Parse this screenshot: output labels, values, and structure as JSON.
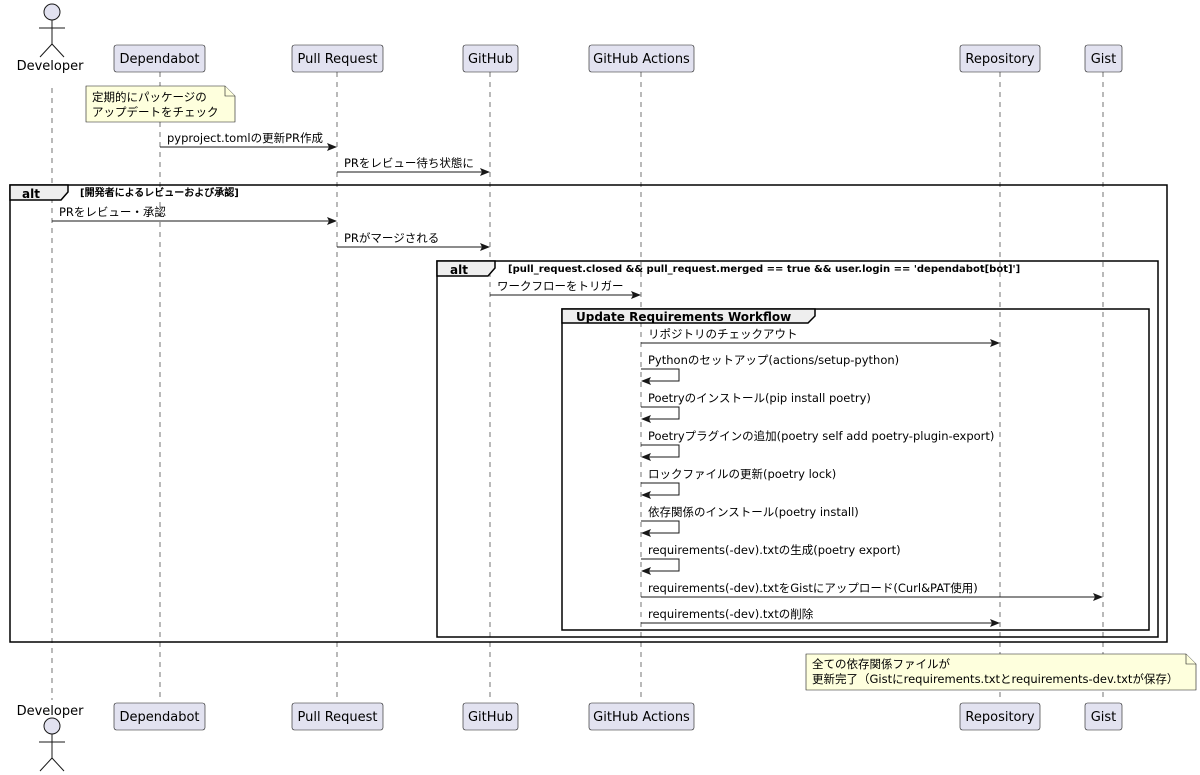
{
  "participants": [
    {
      "id": "developer",
      "label": "Developer",
      "kind": "actor"
    },
    {
      "id": "dependabot",
      "label": "Dependabot",
      "kind": "participant"
    },
    {
      "id": "pull_request",
      "label": "Pull Request",
      "kind": "participant"
    },
    {
      "id": "github",
      "label": "GitHub",
      "kind": "participant"
    },
    {
      "id": "github_actions",
      "label": "GitHub Actions",
      "kind": "participant"
    },
    {
      "id": "repository",
      "label": "Repository",
      "kind": "participant"
    },
    {
      "id": "gist",
      "label": "Gist",
      "kind": "participant"
    }
  ],
  "notes": {
    "dependabot_note": {
      "lines": [
        "定期的にパッケージの",
        "アップデートをチェック"
      ]
    },
    "final_note": {
      "lines": [
        "全ての依存関係ファイルが",
        "更新完了（Gistにrequirements.txtとrequirements-dev.txtが保存）"
      ]
    }
  },
  "messages": [
    {
      "from": "dependabot",
      "to": "pull_request",
      "label": "pyproject.tomlの更新PR作成"
    },
    {
      "from": "pull_request",
      "to": "github",
      "label": "PRをレビュー待ち状態に"
    },
    {
      "from": "developer",
      "to": "pull_request",
      "label": "PRをレビュー・承認"
    },
    {
      "from": "pull_request",
      "to": "github",
      "label": "PRがマージされる"
    },
    {
      "from": "github",
      "to": "github_actions",
      "label": "ワークフローをトリガー"
    },
    {
      "from": "github_actions",
      "to": "repository",
      "label": "リポジトリのチェックアウト"
    },
    {
      "from": "github_actions",
      "to": "github_actions",
      "label": "Pythonのセットアップ(actions/setup-python)"
    },
    {
      "from": "github_actions",
      "to": "github_actions",
      "label": "Poetryのインストール(pip install poetry)"
    },
    {
      "from": "github_actions",
      "to": "github_actions",
      "label": "Poetryプラグインの追加(poetry self add poetry-plugin-export)"
    },
    {
      "from": "github_actions",
      "to": "github_actions",
      "label": "ロックファイルの更新(poetry lock)"
    },
    {
      "from": "github_actions",
      "to": "github_actions",
      "label": "依存関係のインストール(poetry install)"
    },
    {
      "from": "github_actions",
      "to": "github_actions",
      "label": "requirements(-dev).txtの生成(poetry export)"
    },
    {
      "from": "github_actions",
      "to": "gist",
      "label": "requirements(-dev).txtをGistにアップロード(Curl&PAT使用)"
    },
    {
      "from": "github_actions",
      "to": "repository",
      "label": "requirements(-dev).txtの削除"
    }
  ],
  "fragments": {
    "outer_alt": {
      "keyword": "alt",
      "guard": "[開発者によるレビューおよび承認]"
    },
    "inner_alt": {
      "keyword": "alt",
      "guard": "[pull_request.closed && pull_request.merged == true && user.login == 'dependabot[bot]']"
    },
    "group": {
      "label": "Update Requirements Workflow"
    }
  }
}
